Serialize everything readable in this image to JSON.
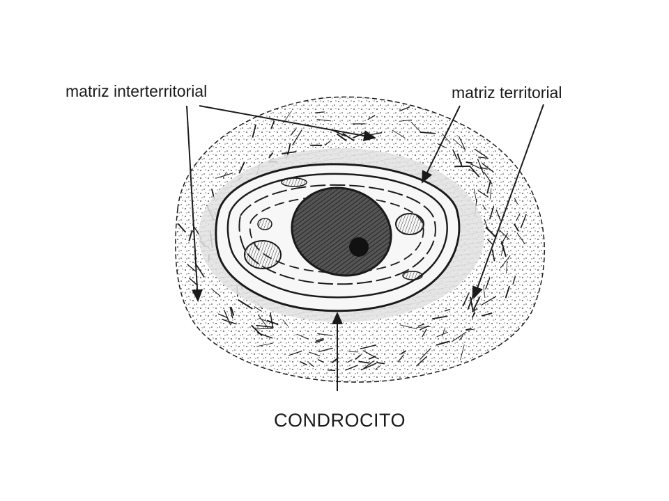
{
  "labels": {
    "interterritorial": "matriz interterritorial",
    "territorial": "matriz territorial",
    "chondrocyte": "CONDROCITO"
  },
  "colors": {
    "ink": "#1a1a1a",
    "territorial_gray": "#c9c9c9",
    "nucleus_fill": "#4a4a4a",
    "background": "#ffffff"
  }
}
